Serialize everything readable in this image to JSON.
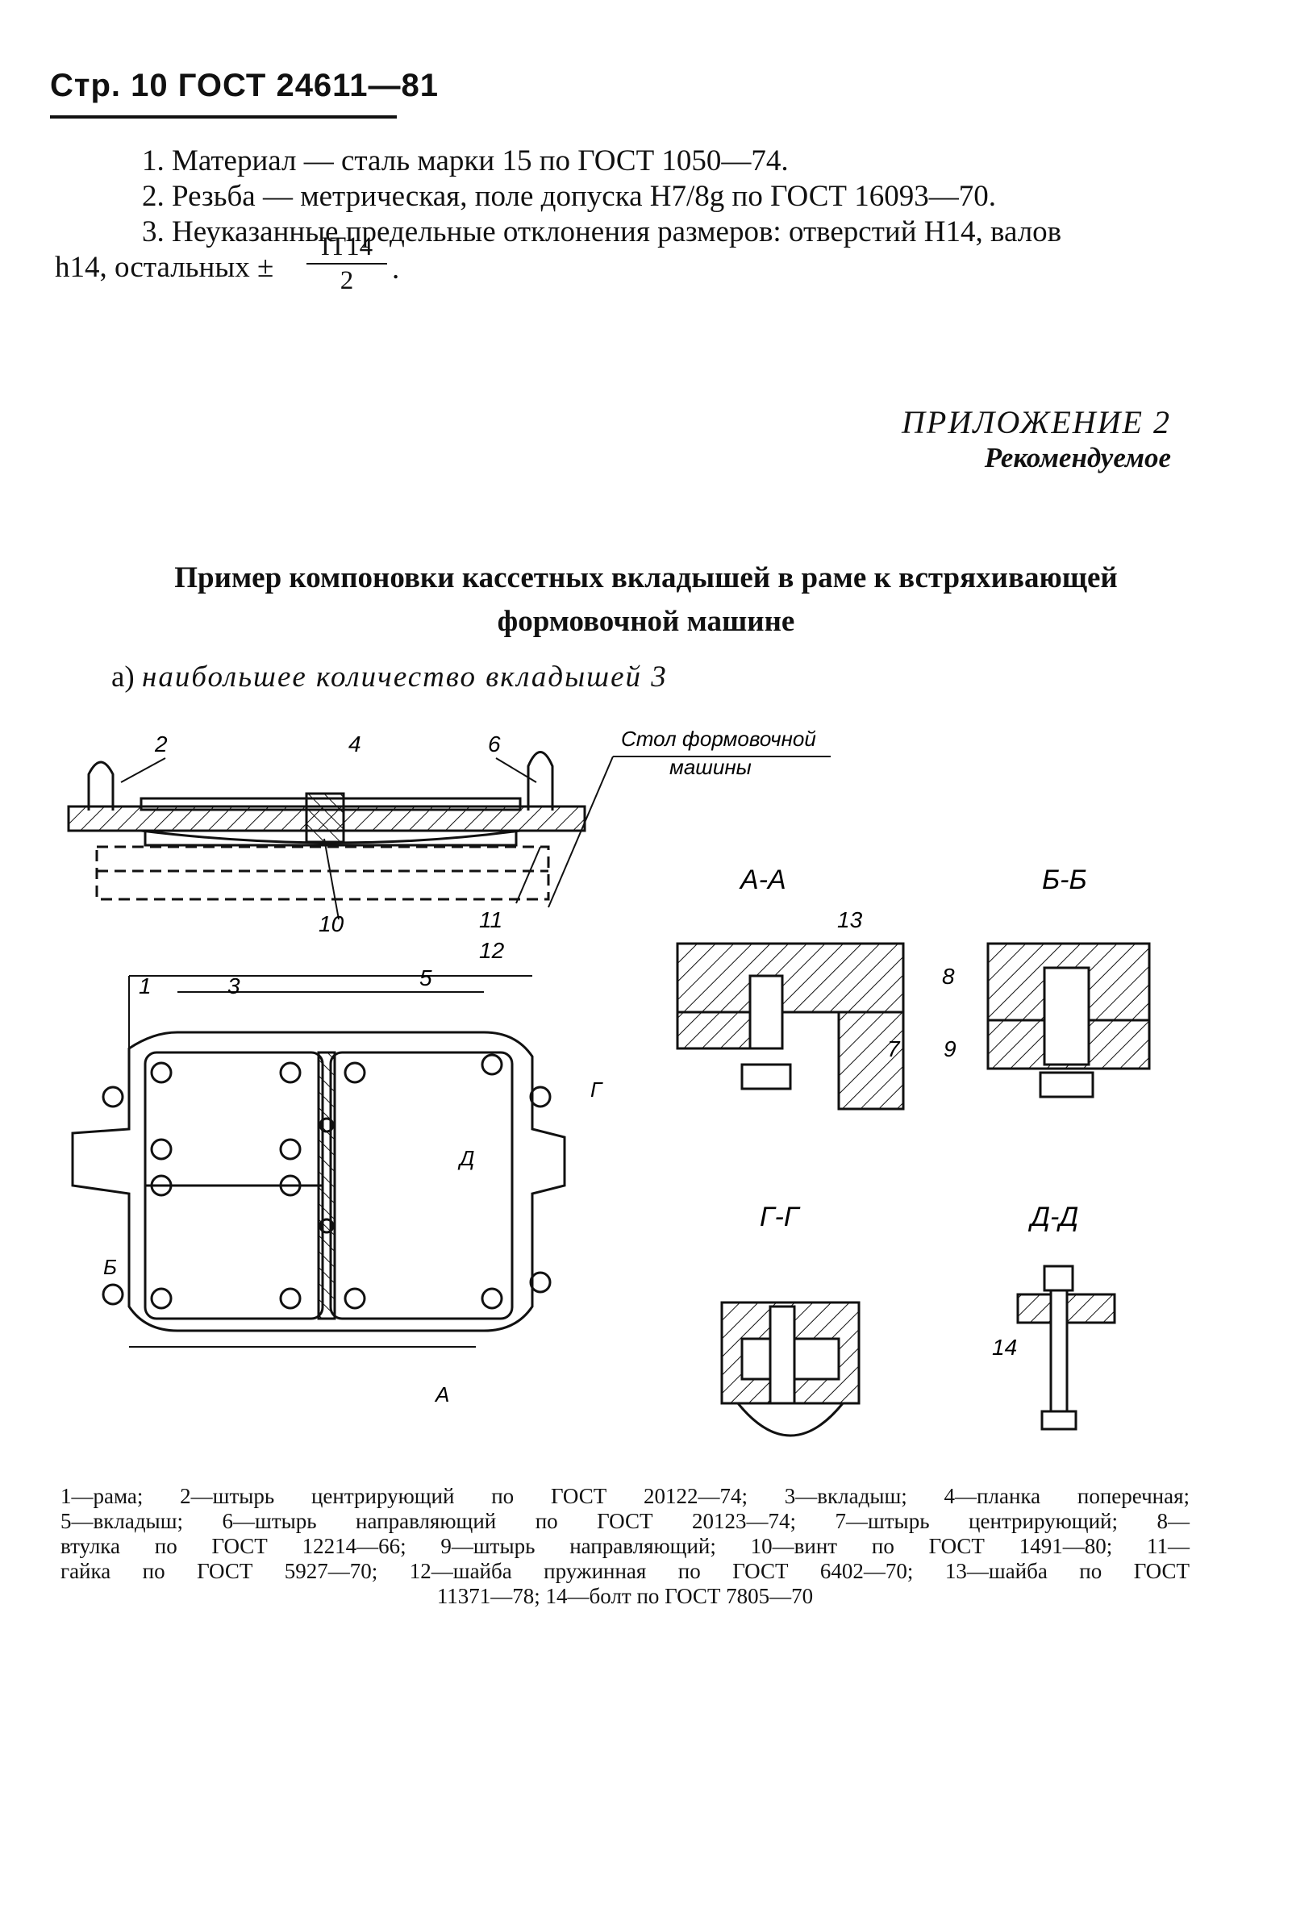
{
  "header": {
    "text": "Стр. 10 ГОСТ 24611—81"
  },
  "notes": {
    "item1": "1. Материал — сталь марки 15 по ГОСТ 1050—74.",
    "item2": "2. Резьба — метрическая, поле допуска H7/8g по ГОСТ 16093—70.",
    "item3": "3. Неуказанные предельные отклонения размеров: отверстий Н14, валов",
    "item3_cont": "h14, остальных ±",
    "fraction_num": "IT14",
    "fraction_den": "2",
    "item3_end": "."
  },
  "appendix": {
    "title": "ПРИЛОЖЕНИЕ 2",
    "subtitle": "Рекомендуемое"
  },
  "figure_title": {
    "line1": "Пример компоновки кассетных вкладышей в раме к встряхивающей",
    "line2": "формовочной машине"
  },
  "variant": {
    "prefix": "а)",
    "text": "наибольшее количество вкладышей 3"
  },
  "drawing": {
    "table_label_line1": "Стол формовочной",
    "table_label_line2": "машины",
    "section_aa": "А-А",
    "section_bb": "Б-Б",
    "section_gg": "Г-Г",
    "section_dd": "Д-Д",
    "cut_a": "А",
    "cut_b": "Б",
    "cut_g": "Г",
    "cut_d": "Д",
    "pos1": "1",
    "pos2": "2",
    "pos3": "3",
    "pos4": "4",
    "pos5": "5",
    "pos6": "6",
    "pos7": "7",
    "pos8": "8",
    "pos9": "9",
    "pos10": "10",
    "pos11": "11",
    "pos12": "12",
    "pos13": "13",
    "pos14": "14"
  },
  "caption": {
    "line1": "1—рама; 2—штырь центрирующий по ГОСТ 20122—74; 3—вкладыш; 4—планка поперечная;",
    "line2": "5—вкладыш; 6—штырь направляющий по ГОСТ 20123—74; 7—штырь центрирующий; 8—",
    "line3": "втулка по ГОСТ 12214—66; 9—штырь направляющий; 10—винт по ГОСТ 1491—80; 11—",
    "line4": "гайка по ГОСТ 5927—70; 12—шайба пружинная по ГОСТ 6402—70; 13—шайба по ГОСТ",
    "line5": "11371—78; 14—болт по ГОСТ 7805—70"
  }
}
